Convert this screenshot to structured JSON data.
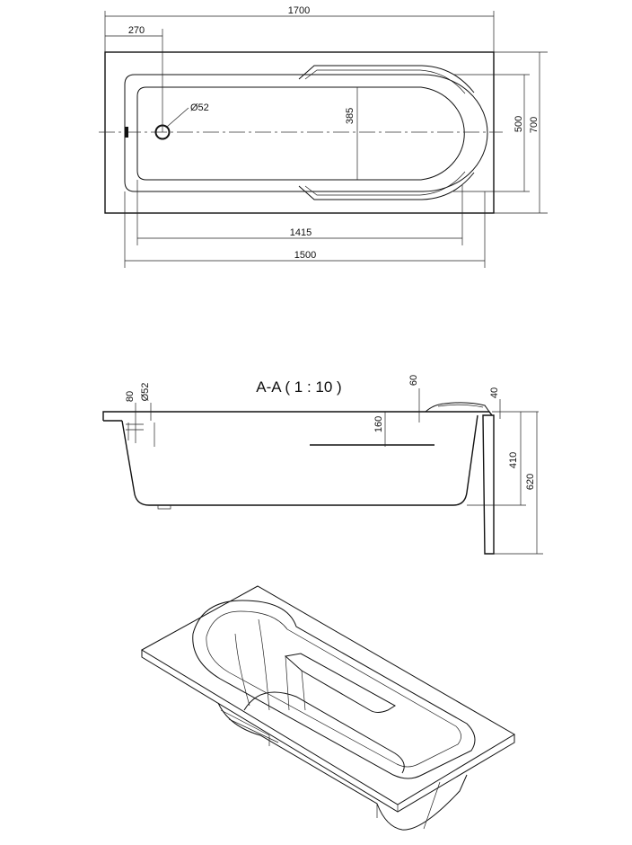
{
  "plan_view": {
    "overall_length": "1700",
    "drain_offset": "270",
    "drain_diameter": "Ø52",
    "inner_width": "385",
    "outer_width_inner": "500",
    "outer_width": "700",
    "basin_length": "1415",
    "inner_length": "1500"
  },
  "section_view": {
    "title": "A-A  ( 1 : 10 )",
    "rim_thickness": "80",
    "drain_diameter": "Ø52",
    "headrest_height": "60",
    "rim_drop": "40",
    "overflow_depth": "160",
    "basin_depth": "410",
    "total_height": "620"
  }
}
